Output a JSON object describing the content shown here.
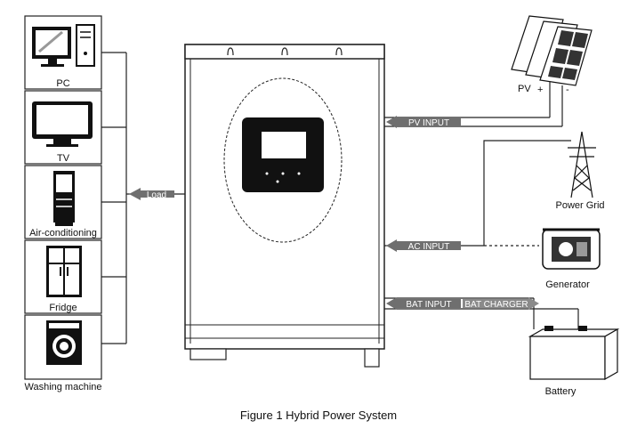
{
  "caption": "Figure 1 Hybrid Power System",
  "loads": [
    {
      "label": "PC",
      "icon": "pc-icon"
    },
    {
      "label": "TV",
      "icon": "tv-icon"
    },
    {
      "label": "Air-conditioning",
      "icon": "air-conditioner-icon"
    },
    {
      "label": "Fridge",
      "icon": "fridge-icon"
    },
    {
      "label": "Washing machine",
      "icon": "washing-machine-icon"
    }
  ],
  "connections": {
    "load": "Load",
    "pv_input": "PV INPUT",
    "ac_input": "AC INPUT",
    "bat_input": "BAT INPUT",
    "bat_charger": "BAT CHARGER"
  },
  "sources": {
    "pv": "PV",
    "pv_plus": "+",
    "pv_minus": "-",
    "power_grid": "Power Grid",
    "generator": "Generator",
    "battery": "Battery"
  },
  "colors": {
    "arrow_fill": "#6f6f6f",
    "line": "#222222",
    "inverter_body": "#ffffff"
  }
}
